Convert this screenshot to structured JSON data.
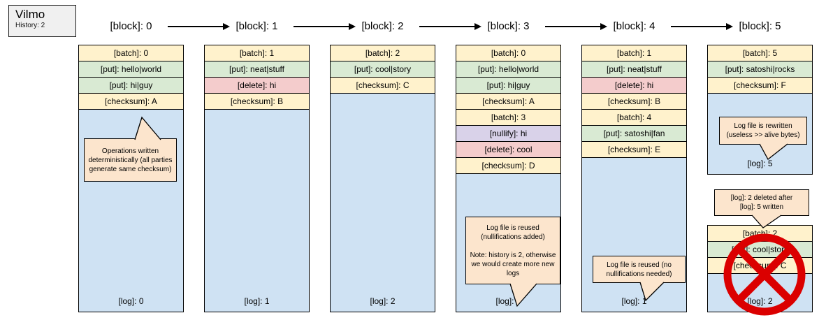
{
  "legend": {
    "title": "Vilmo",
    "subtitle": "History: 2"
  },
  "colors": {
    "batch_fill": "#FFF2CC",
    "put_fill": "#D9EAD3",
    "delete_fill": "#F4CCCC",
    "nullify_fill": "#D9D2E9",
    "checksum_fill": "#FFF2CC",
    "log_fill": "#CFE2F3",
    "callout_fill": "#FCE5CD",
    "prohibition_red": "#DB0000"
  },
  "blocks": [
    {
      "header": "[block]: 0",
      "rows": [
        {
          "type": "batch",
          "label": "[batch]: 0"
        },
        {
          "type": "put",
          "label": "[put]: hello|world"
        },
        {
          "type": "put",
          "label": "[put]: hi|guy"
        },
        {
          "type": "checksum",
          "label": "[checksum]: A"
        }
      ],
      "log": "[log]: 0",
      "callout": "Operations written deterministically (all parties generate same checksum)"
    },
    {
      "header": "[block]: 1",
      "rows": [
        {
          "type": "batch",
          "label": "[batch]: 1"
        },
        {
          "type": "put",
          "label": "[put]: neat|stuff"
        },
        {
          "type": "delete",
          "label": "[delete]: hi"
        },
        {
          "type": "checksum",
          "label": "[checksum]: B"
        }
      ],
      "log": "[log]: 1"
    },
    {
      "header": "[block]: 2",
      "rows": [
        {
          "type": "batch",
          "label": "[batch]: 2"
        },
        {
          "type": "put",
          "label": "[put]: cool|story"
        },
        {
          "type": "checksum",
          "label": "[checksum]: C"
        }
      ],
      "log": "[log]: 2"
    },
    {
      "header": "[block]: 3",
      "rows": [
        {
          "type": "batch",
          "label": "[batch]: 0"
        },
        {
          "type": "put",
          "label": "[put]: hello|world"
        },
        {
          "type": "put",
          "label": "[put]: hi|guy"
        },
        {
          "type": "checksum",
          "label": "[checksum]: A"
        },
        {
          "type": "batch",
          "label": "[batch]: 3"
        },
        {
          "type": "nullify",
          "label": "[nullify]: hi"
        },
        {
          "type": "delete",
          "label": "[delete]: cool"
        },
        {
          "type": "checksum",
          "label": "[checksum]: D"
        }
      ],
      "log": "[log]: 0",
      "callout": "Log file is reused (nullifications added)\n\nNote: history is 2, otherwise we would create more new logs"
    },
    {
      "header": "[block]: 4",
      "rows": [
        {
          "type": "batch",
          "label": "[batch]: 1"
        },
        {
          "type": "put",
          "label": "[put]: neat|stuff"
        },
        {
          "type": "delete",
          "label": "[delete]: hi"
        },
        {
          "type": "checksum",
          "label": "[checksum]: B"
        },
        {
          "type": "batch",
          "label": "[batch]: 4"
        },
        {
          "type": "put",
          "label": "[put]: satoshi|fan"
        },
        {
          "type": "checksum",
          "label": "[checksum]: E"
        }
      ],
      "log": "[log]: 1",
      "callout": "Log file is reused (no nullifications needed)"
    },
    {
      "header": "[block]: 5",
      "rows": [
        {
          "type": "batch",
          "label": "[batch]: 5"
        },
        {
          "type": "put",
          "label": "[put]: satoshi|rocks"
        },
        {
          "type": "checksum",
          "label": "[checksum]: F"
        }
      ],
      "log": "[log]: 5",
      "callout": "Log file is rewritten (useless >> alive bytes)",
      "deleted_note": "[log]: 2 deleted after\n[log]: 5 written",
      "deleted_stack": {
        "rows": [
          {
            "type": "batch",
            "label": "[batch]: 2"
          },
          {
            "type": "put",
            "label": "[put]: cool|story"
          },
          {
            "type": "checksum",
            "label": "[checksum]: C"
          }
        ],
        "log": "[log]: 2"
      }
    }
  ]
}
